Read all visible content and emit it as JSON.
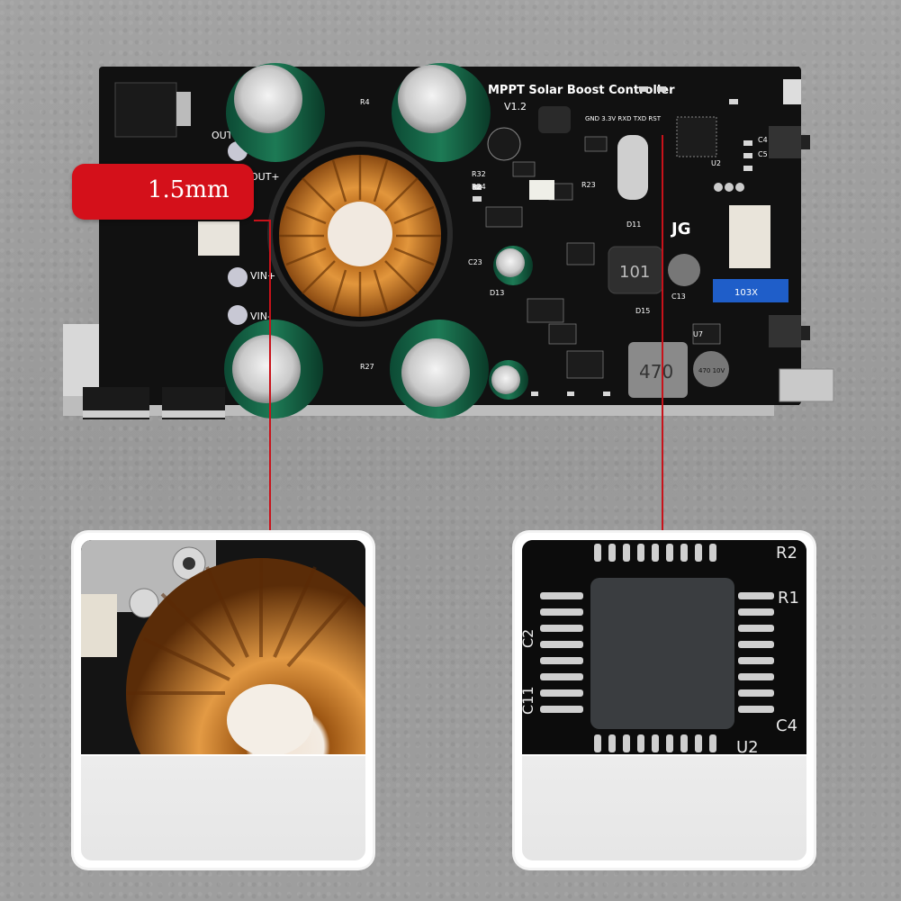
{
  "callout": {
    "label": "1.5mm"
  },
  "board": {
    "title": "MPPT Solar Boost Controller",
    "version": "V1.2",
    "brand": "JG",
    "header_pins": "GND 3.3V RXD TXD RST",
    "inductor_large_code": "101",
    "inductor_small_code": "470",
    "cap_rating": "470 10V",
    "pot_code": "103X",
    "terminal_labels": [
      "OUT-",
      "OUT+",
      "VIN+",
      "VIN-"
    ],
    "refs": [
      "R27",
      "R23",
      "R24",
      "R32",
      "C23",
      "D13",
      "D11",
      "D15",
      "U7",
      "U2",
      "C4",
      "C13",
      "C5",
      "R4"
    ]
  },
  "zoom_left": {
    "subject": "toroidal-inductor-closeup"
  },
  "zoom_right": {
    "subject": "microcontroller-closeup",
    "refs": [
      "R2",
      "R1",
      "C2",
      "C11",
      "C4",
      "U2"
    ]
  },
  "colors": {
    "accent": "#d4101a",
    "pcb": "#111111",
    "copper": "#c77a2a"
  }
}
